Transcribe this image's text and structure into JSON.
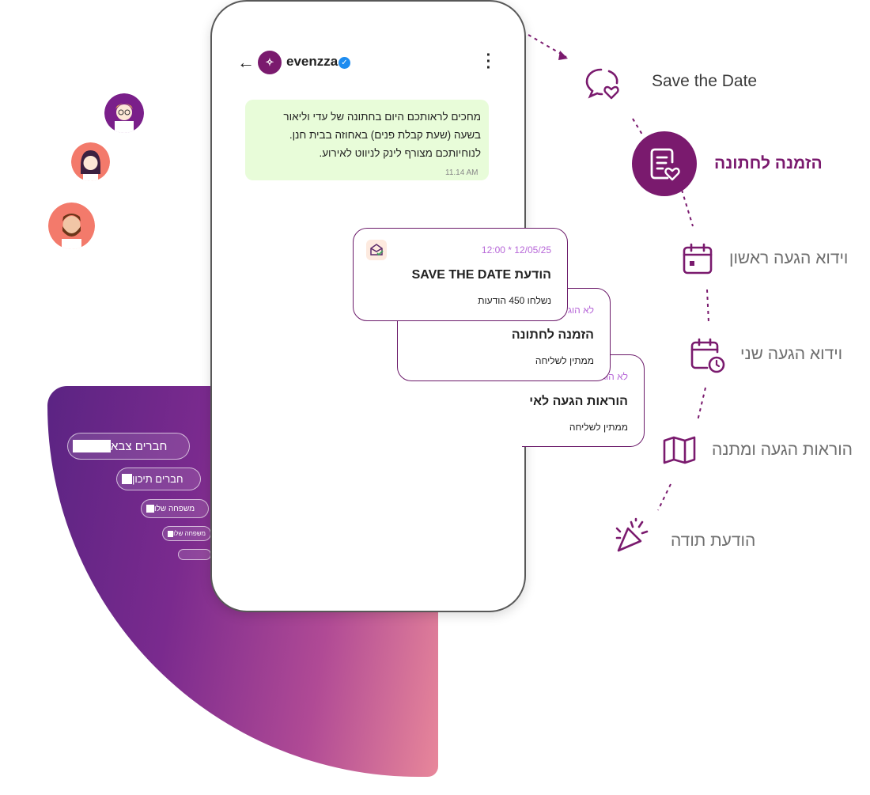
{
  "phone": {
    "brand_name": "evenzza",
    "logo_text": "✧",
    "back_icon": "arrow-left-icon",
    "menu_icon": "kebab-menu-icon",
    "message_line1": "מחכים לראותכם היום בחתונה של עדי וליאור",
    "message_line2": "בשעה (שעת קבלת פנים) באחוזה בבית חנן.",
    "message_line3": "לנוחיותכם מצורף לינק לניווט לאירוע.",
    "message_time": "11.14 AM"
  },
  "cards": [
    {
      "status": "12:00 * 12/05/25",
      "title": "הודעת SAVE THE DATE",
      "subtitle": "נשלחו 450 הודעות",
      "icon": "envelope-check-icon"
    },
    {
      "status": "לא הוגש",
      "title": "הזמנה לחתונה",
      "subtitle": "ממתין לשליחה",
      "icon": "envelope-icon"
    },
    {
      "status": "לא הוגש",
      "title": "הוראות הגעה לאי",
      "subtitle": "ממתין לשליחה",
      "icon": "none"
    }
  ],
  "steps": [
    {
      "label": "Save the Date",
      "icon": "chat-heart-icon"
    },
    {
      "label": "הזמנה לחתונה",
      "icon": "document-heart-icon",
      "active": true
    },
    {
      "label": "וידוא הגעה ראשון",
      "icon": "calendar-icon"
    },
    {
      "label": "וידוא הגעה שני",
      "icon": "calendar-clock-icon"
    },
    {
      "label": "הוראות הגעה ומתנה",
      "icon": "map-icon"
    },
    {
      "label": "הודעת תודה",
      "icon": "party-popper-icon"
    }
  ],
  "groups": [
    "חברים צבא",
    "חברים תיכון",
    "משפחה שלו",
    "משפחה שלו"
  ],
  "colors": {
    "brand": "#7a1a6e",
    "bubble": "#e8fcd9",
    "step_text": "#6e6e6e",
    "accent_status": "#b767d8"
  }
}
